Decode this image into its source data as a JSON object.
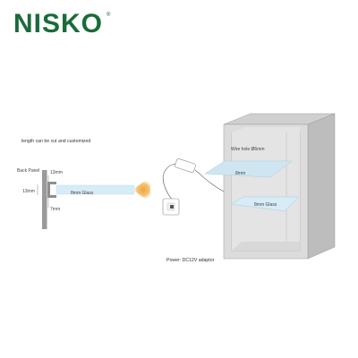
{
  "brand": {
    "name": "NISKO",
    "registered": "®",
    "color": "#1a6b3a"
  },
  "labels": {
    "cut_note": "length can be cut and customized",
    "back_panel": "Back Panel",
    "dim_13mm_top": "13mm",
    "dim_13mm_left": "13mm",
    "dim_7mm": "7mm",
    "glass_8mm_profile": "8mm Glass",
    "wire_hole": "Wire hole Ø6mm",
    "glass_8mm_upper": "8mm",
    "glass_8mm_lower": "8mm Glass",
    "power": "Power: DC12V adaptor"
  },
  "colors": {
    "glass": "#cfe6f2",
    "light": "#f2b24a",
    "cabinet_front": "#d9d9d9",
    "cabinet_side": "#bdbdbd",
    "cabinet_inner": "#ececec"
  }
}
